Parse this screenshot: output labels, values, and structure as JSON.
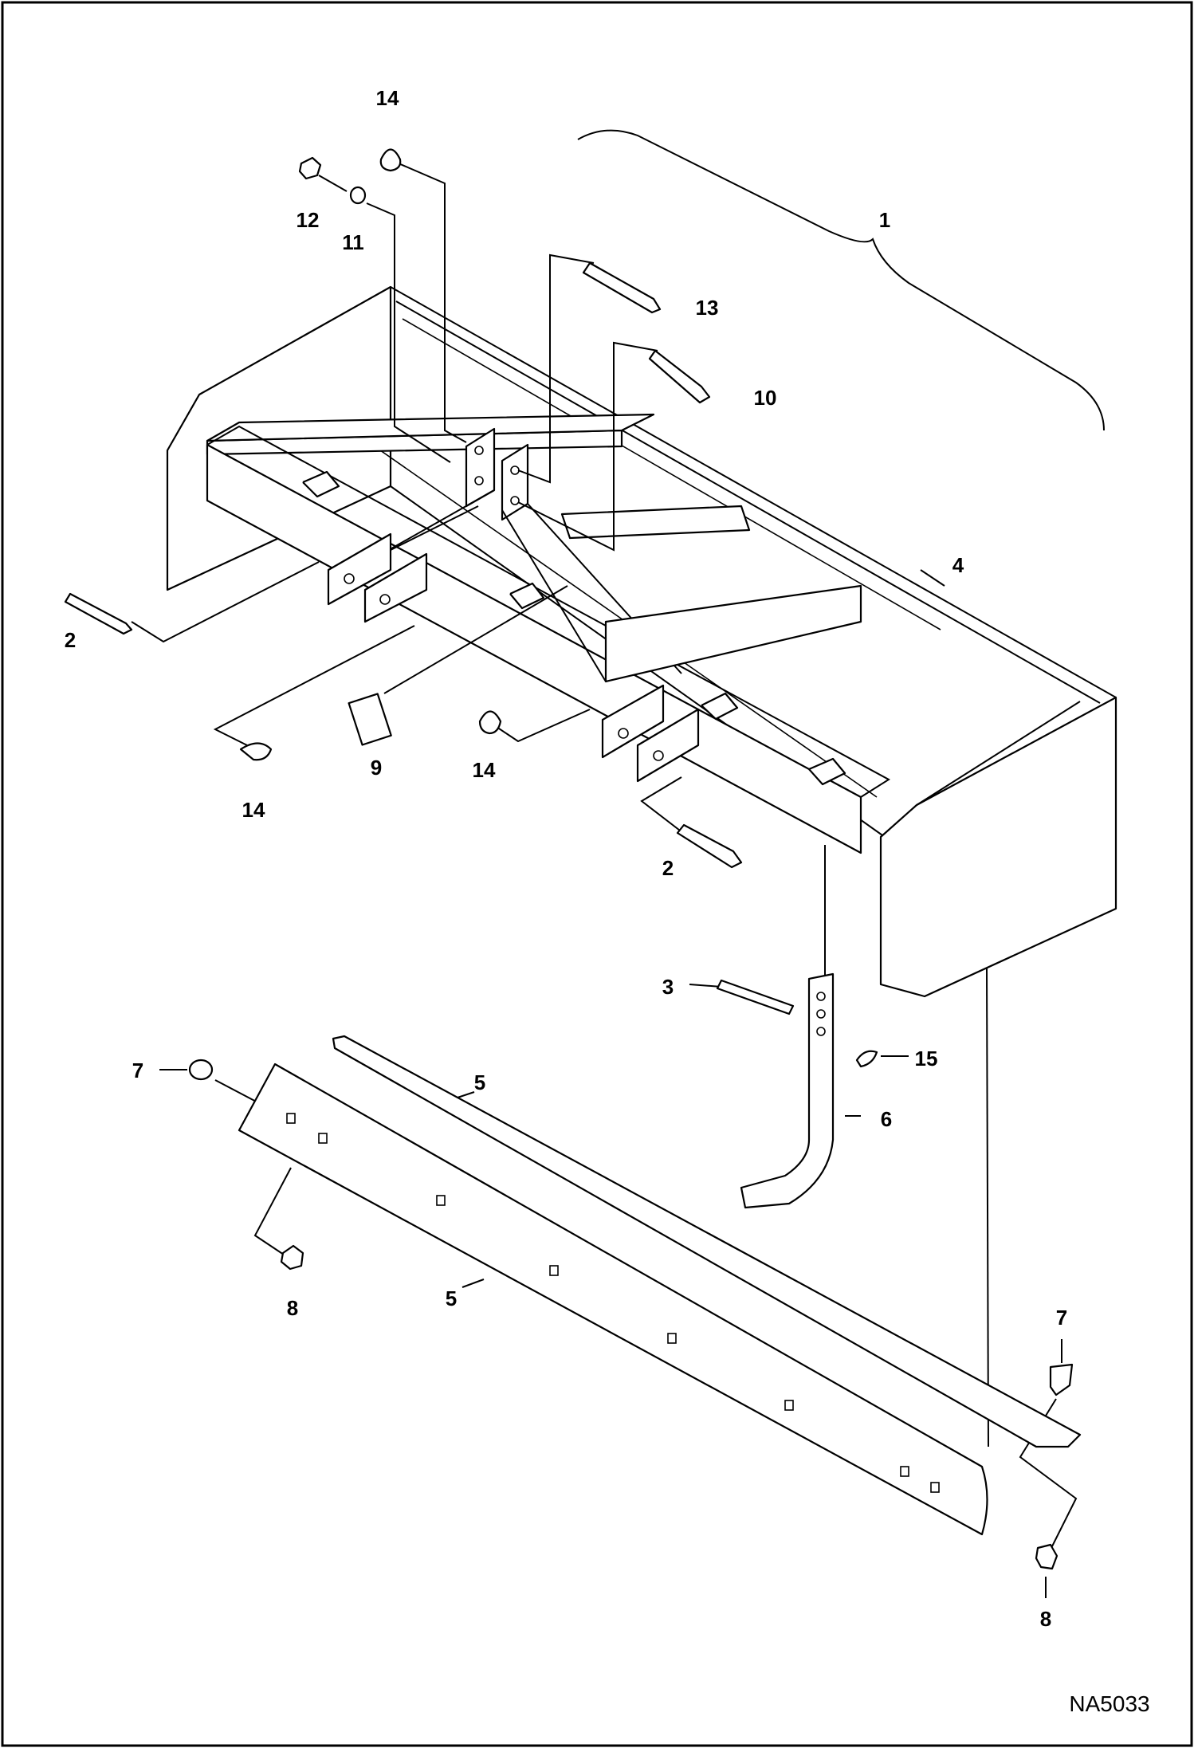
{
  "figure_code": "NA5033",
  "callouts": [
    {
      "id": "c1",
      "text": "1"
    },
    {
      "id": "c2a",
      "text": "2"
    },
    {
      "id": "c2b",
      "text": "2"
    },
    {
      "id": "c3",
      "text": "3"
    },
    {
      "id": "c4",
      "text": "4"
    },
    {
      "id": "c5a",
      "text": "5"
    },
    {
      "id": "c5b",
      "text": "5"
    },
    {
      "id": "c6",
      "text": "6"
    },
    {
      "id": "c7a",
      "text": "7"
    },
    {
      "id": "c7b",
      "text": "7"
    },
    {
      "id": "c8a",
      "text": "8"
    },
    {
      "id": "c8b",
      "text": "8"
    },
    {
      "id": "c9",
      "text": "9"
    },
    {
      "id": "c10",
      "text": "10"
    },
    {
      "id": "c11",
      "text": "11"
    },
    {
      "id": "c12",
      "text": "12"
    },
    {
      "id": "c13",
      "text": "13"
    },
    {
      "id": "c14a",
      "text": "14"
    },
    {
      "id": "c14b",
      "text": "14"
    },
    {
      "id": "c14c",
      "text": "14"
    },
    {
      "id": "c15",
      "text": "15"
    }
  ]
}
